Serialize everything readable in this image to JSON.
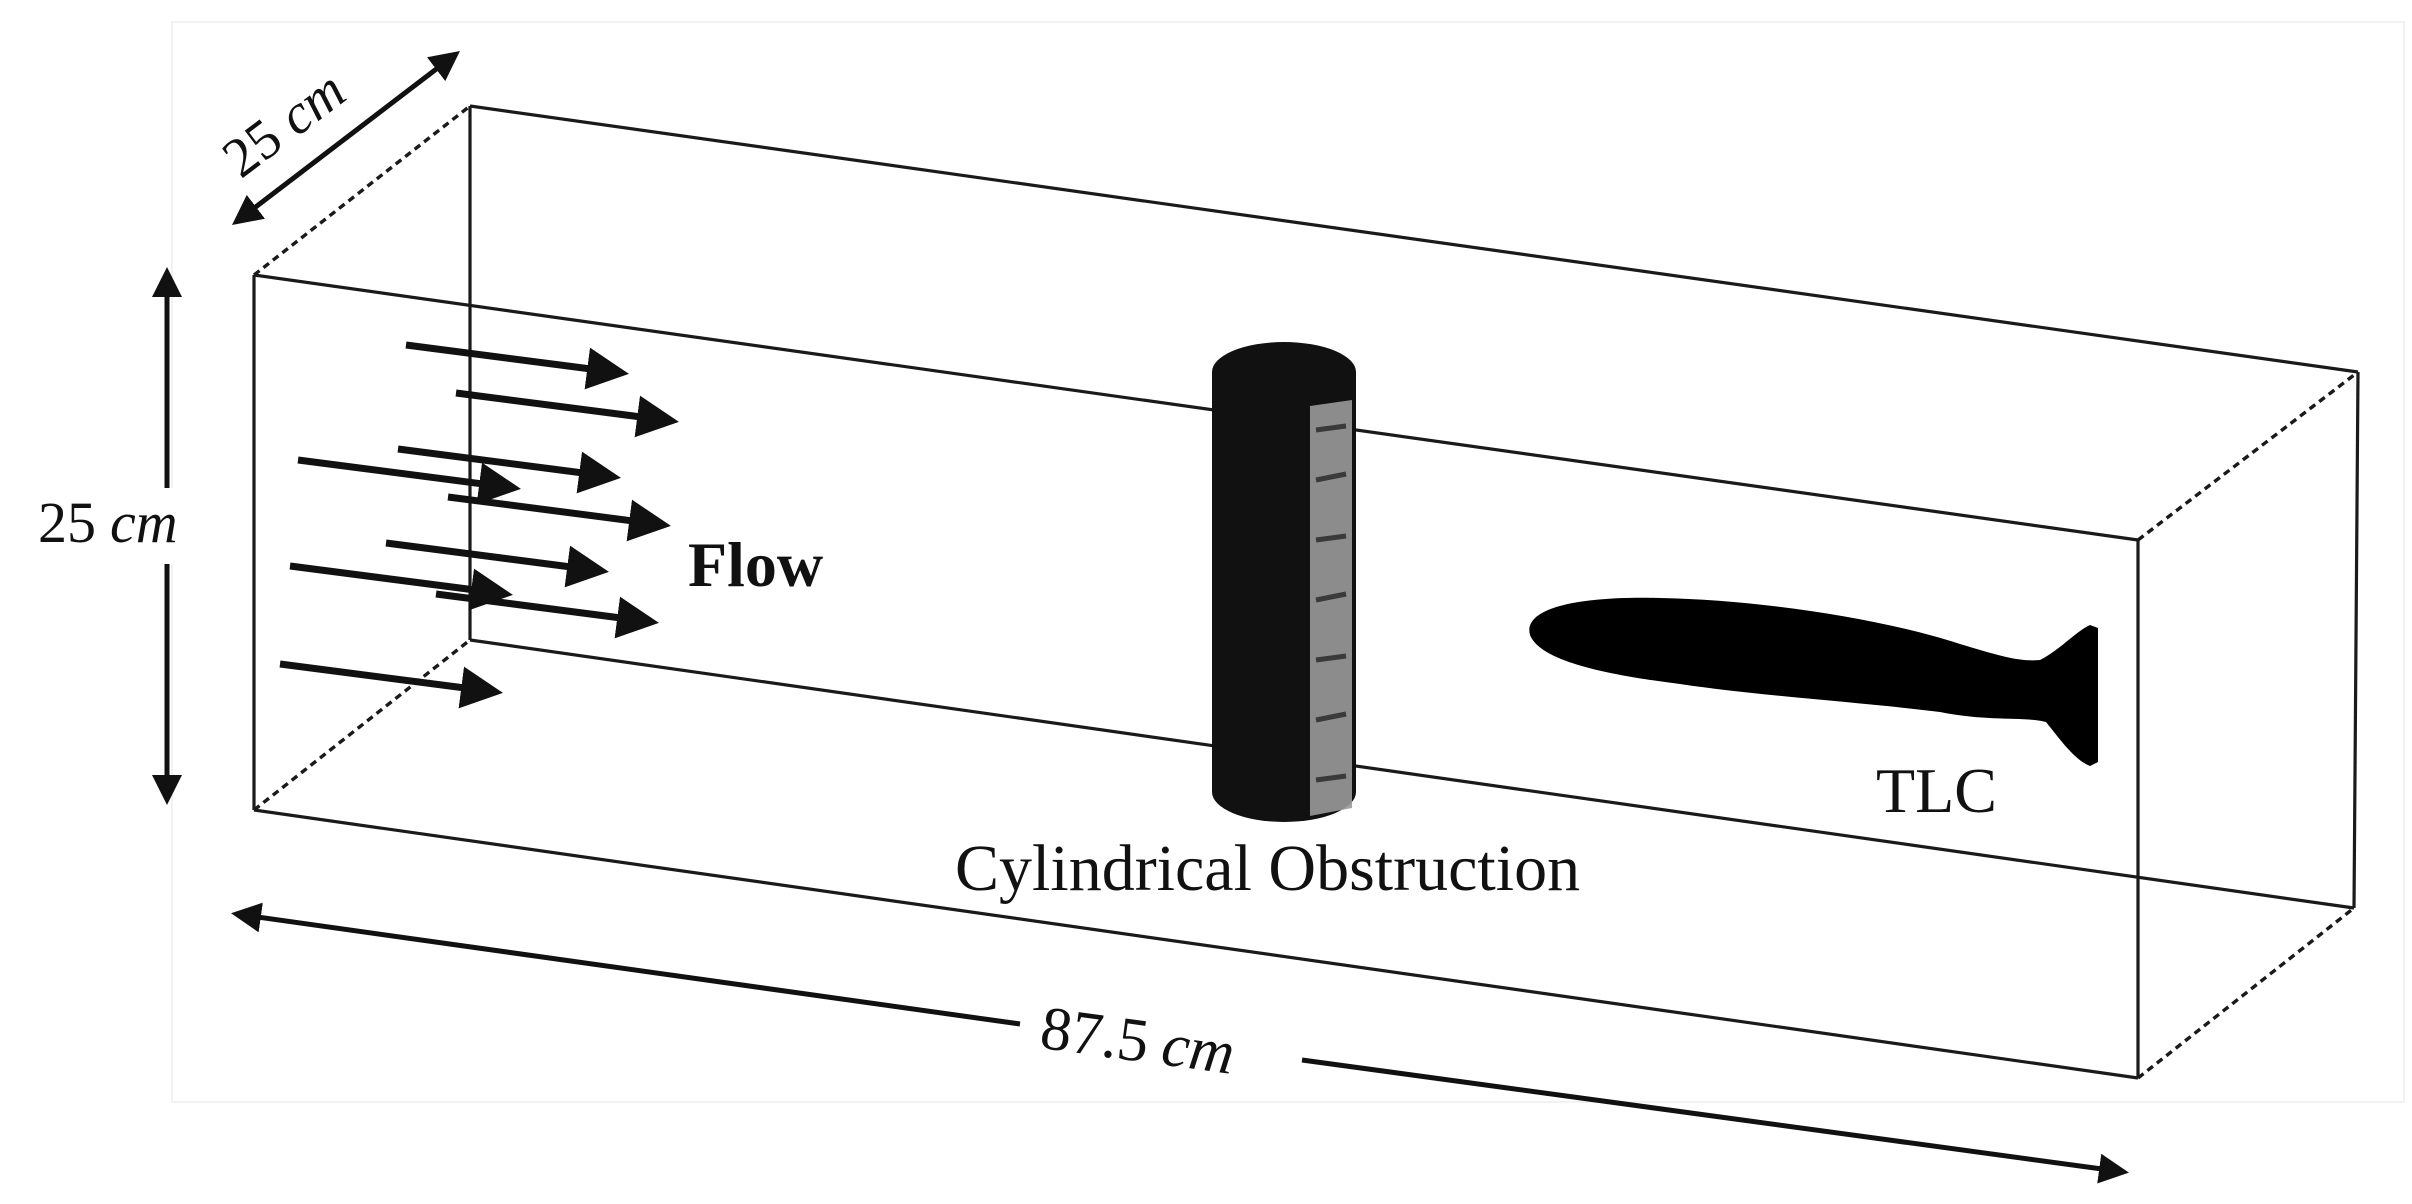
{
  "dimensions": {
    "depth": {
      "value": "25",
      "unit": "cm"
    },
    "height": {
      "value": "25",
      "unit": "cm"
    },
    "length": {
      "value": "87.5",
      "unit": "cm"
    }
  },
  "labels": {
    "flow": "Flow",
    "obstruction": "Cylindrical Obstruction",
    "fish": "TLC"
  },
  "colors": {
    "lines": "#111111",
    "cylinder": "#111111",
    "cylinder_highlight": "#9a9a9a",
    "fish": "#000000",
    "background": "#ffffff"
  }
}
